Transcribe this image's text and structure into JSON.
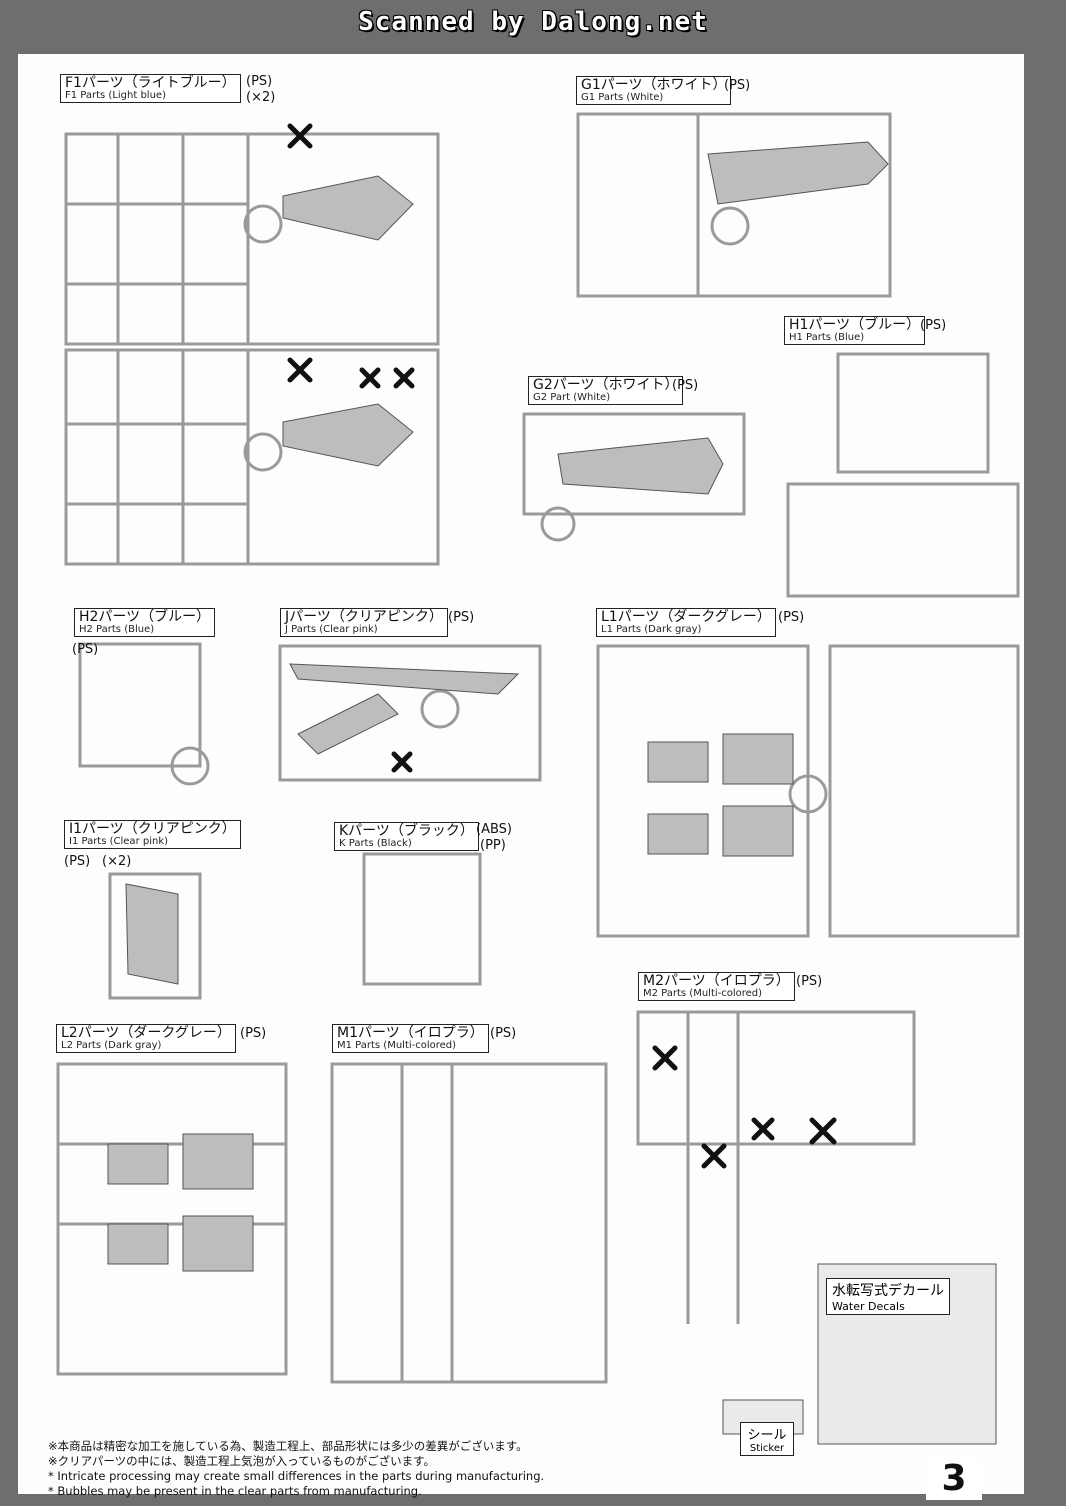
{
  "header": {
    "scan_credit": "Scanned by Dalong.net"
  },
  "sections": [
    {
      "jp": "F1パーツ（ライトブルー）",
      "en": "F1 Parts (Light blue)",
      "mat": "(PS)",
      "qty": "(×2)"
    },
    {
      "jp": "G1パーツ（ホワイト）",
      "en": "G1 Parts (White)",
      "mat": "(PS)"
    },
    {
      "jp": "H1パーツ（ブルー）",
      "en": "H1 Parts (Blue)",
      "mat": "(PS)"
    },
    {
      "jp": "G2パーツ（ホワイト）",
      "en": "G2 Part (White)",
      "mat": "(PS)"
    },
    {
      "jp": "H2パーツ（ブルー）",
      "en": "H2 Parts (Blue)",
      "mat": "(PS)"
    },
    {
      "jp": "Jパーツ（クリアピンク）",
      "en": "J Parts (Clear pink)",
      "mat": "(PS)"
    },
    {
      "jp": "L1パーツ（ダークグレー）",
      "en": "L1 Parts (Dark gray)",
      "mat": "(PS)"
    },
    {
      "jp": "I1パーツ（クリアピンク）",
      "en": "I1 Parts (Clear pink)",
      "mat": "(PS)",
      "qty": "(×2)"
    },
    {
      "jp": "Kパーツ（ブラック）",
      "en": "K Parts (Black)",
      "mat": "(ABS)",
      "mat2": "(PP)"
    },
    {
      "jp": "M2パーツ（イロプラ）",
      "en": "M2 Parts (Multi-colored)",
      "mat": "(PS)"
    },
    {
      "jp": "L2パーツ（ダークグレー）",
      "en": "L2 Parts (Dark gray)",
      "mat": "(PS)"
    },
    {
      "jp": "M1パーツ（イロプラ）",
      "en": "M1 Parts (Multi-colored)",
      "mat": "(PS)"
    }
  ],
  "decals": {
    "jp": "水転写式デカール",
    "en": "Water Decals"
  },
  "sticker": {
    "jp": "シール",
    "en": "Sticker"
  },
  "notes": [
    "※本商品は精密な加工を施している為、製造工程上、部品形状には多少の差異がございます。",
    "※クリアパーツの中には、製造工程上気泡が入っているものがございます。",
    "* Intricate processing may create small differences in the parts during manufacturing.",
    "* Bubbles may be present in the clear parts from manufacturing."
  ],
  "page_number": "3",
  "colors": {
    "background": "#6e6e6e",
    "paper": "#fdfdfd",
    "runner": "#9a9a9a",
    "marker": "#111111"
  }
}
